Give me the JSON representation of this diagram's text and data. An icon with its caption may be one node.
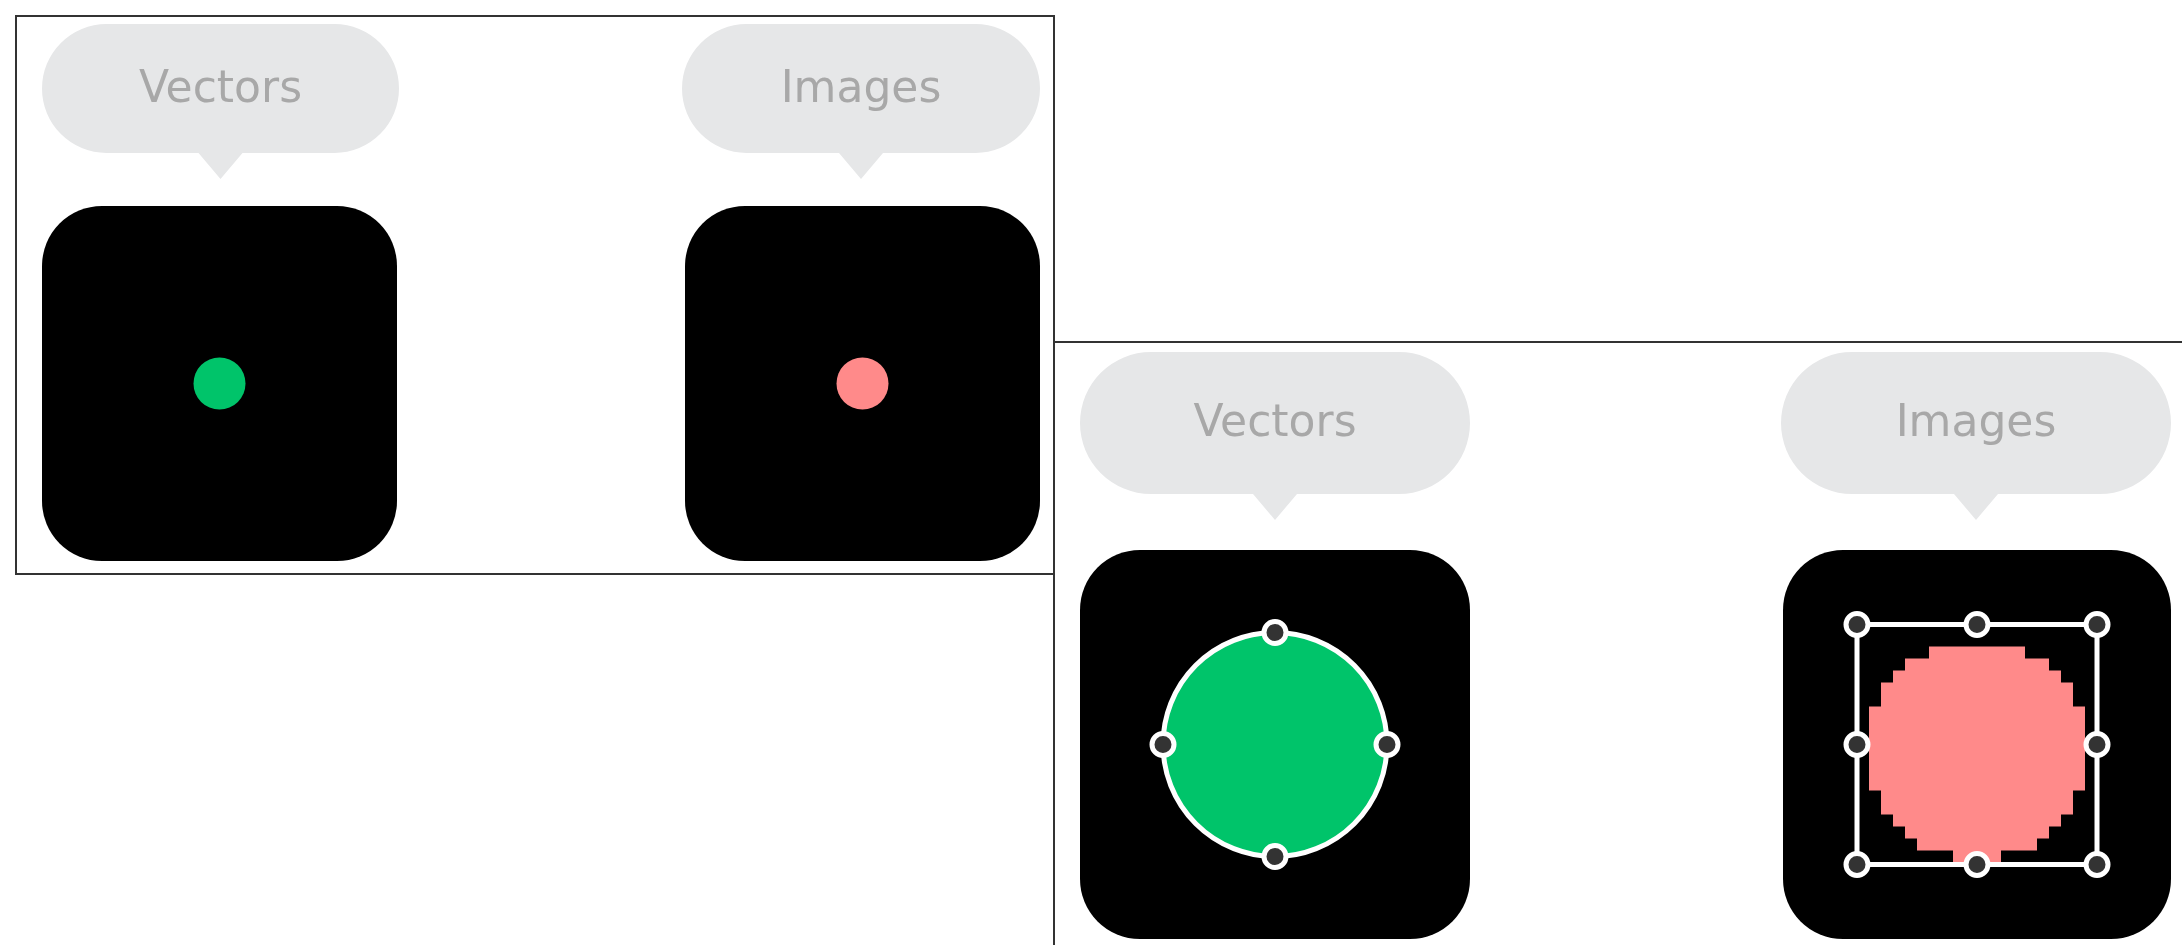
{
  "diagram": {
    "nodes": [
      {
        "text": [
          "Vectors"
        ]
      },
      {
        "text": [
          "Images"
        ]
      },
      {
        "text": [
          "Vectors"
        ]
      },
      {
        "text": [
          "Images"
        ]
      }
    ]
  }
}
